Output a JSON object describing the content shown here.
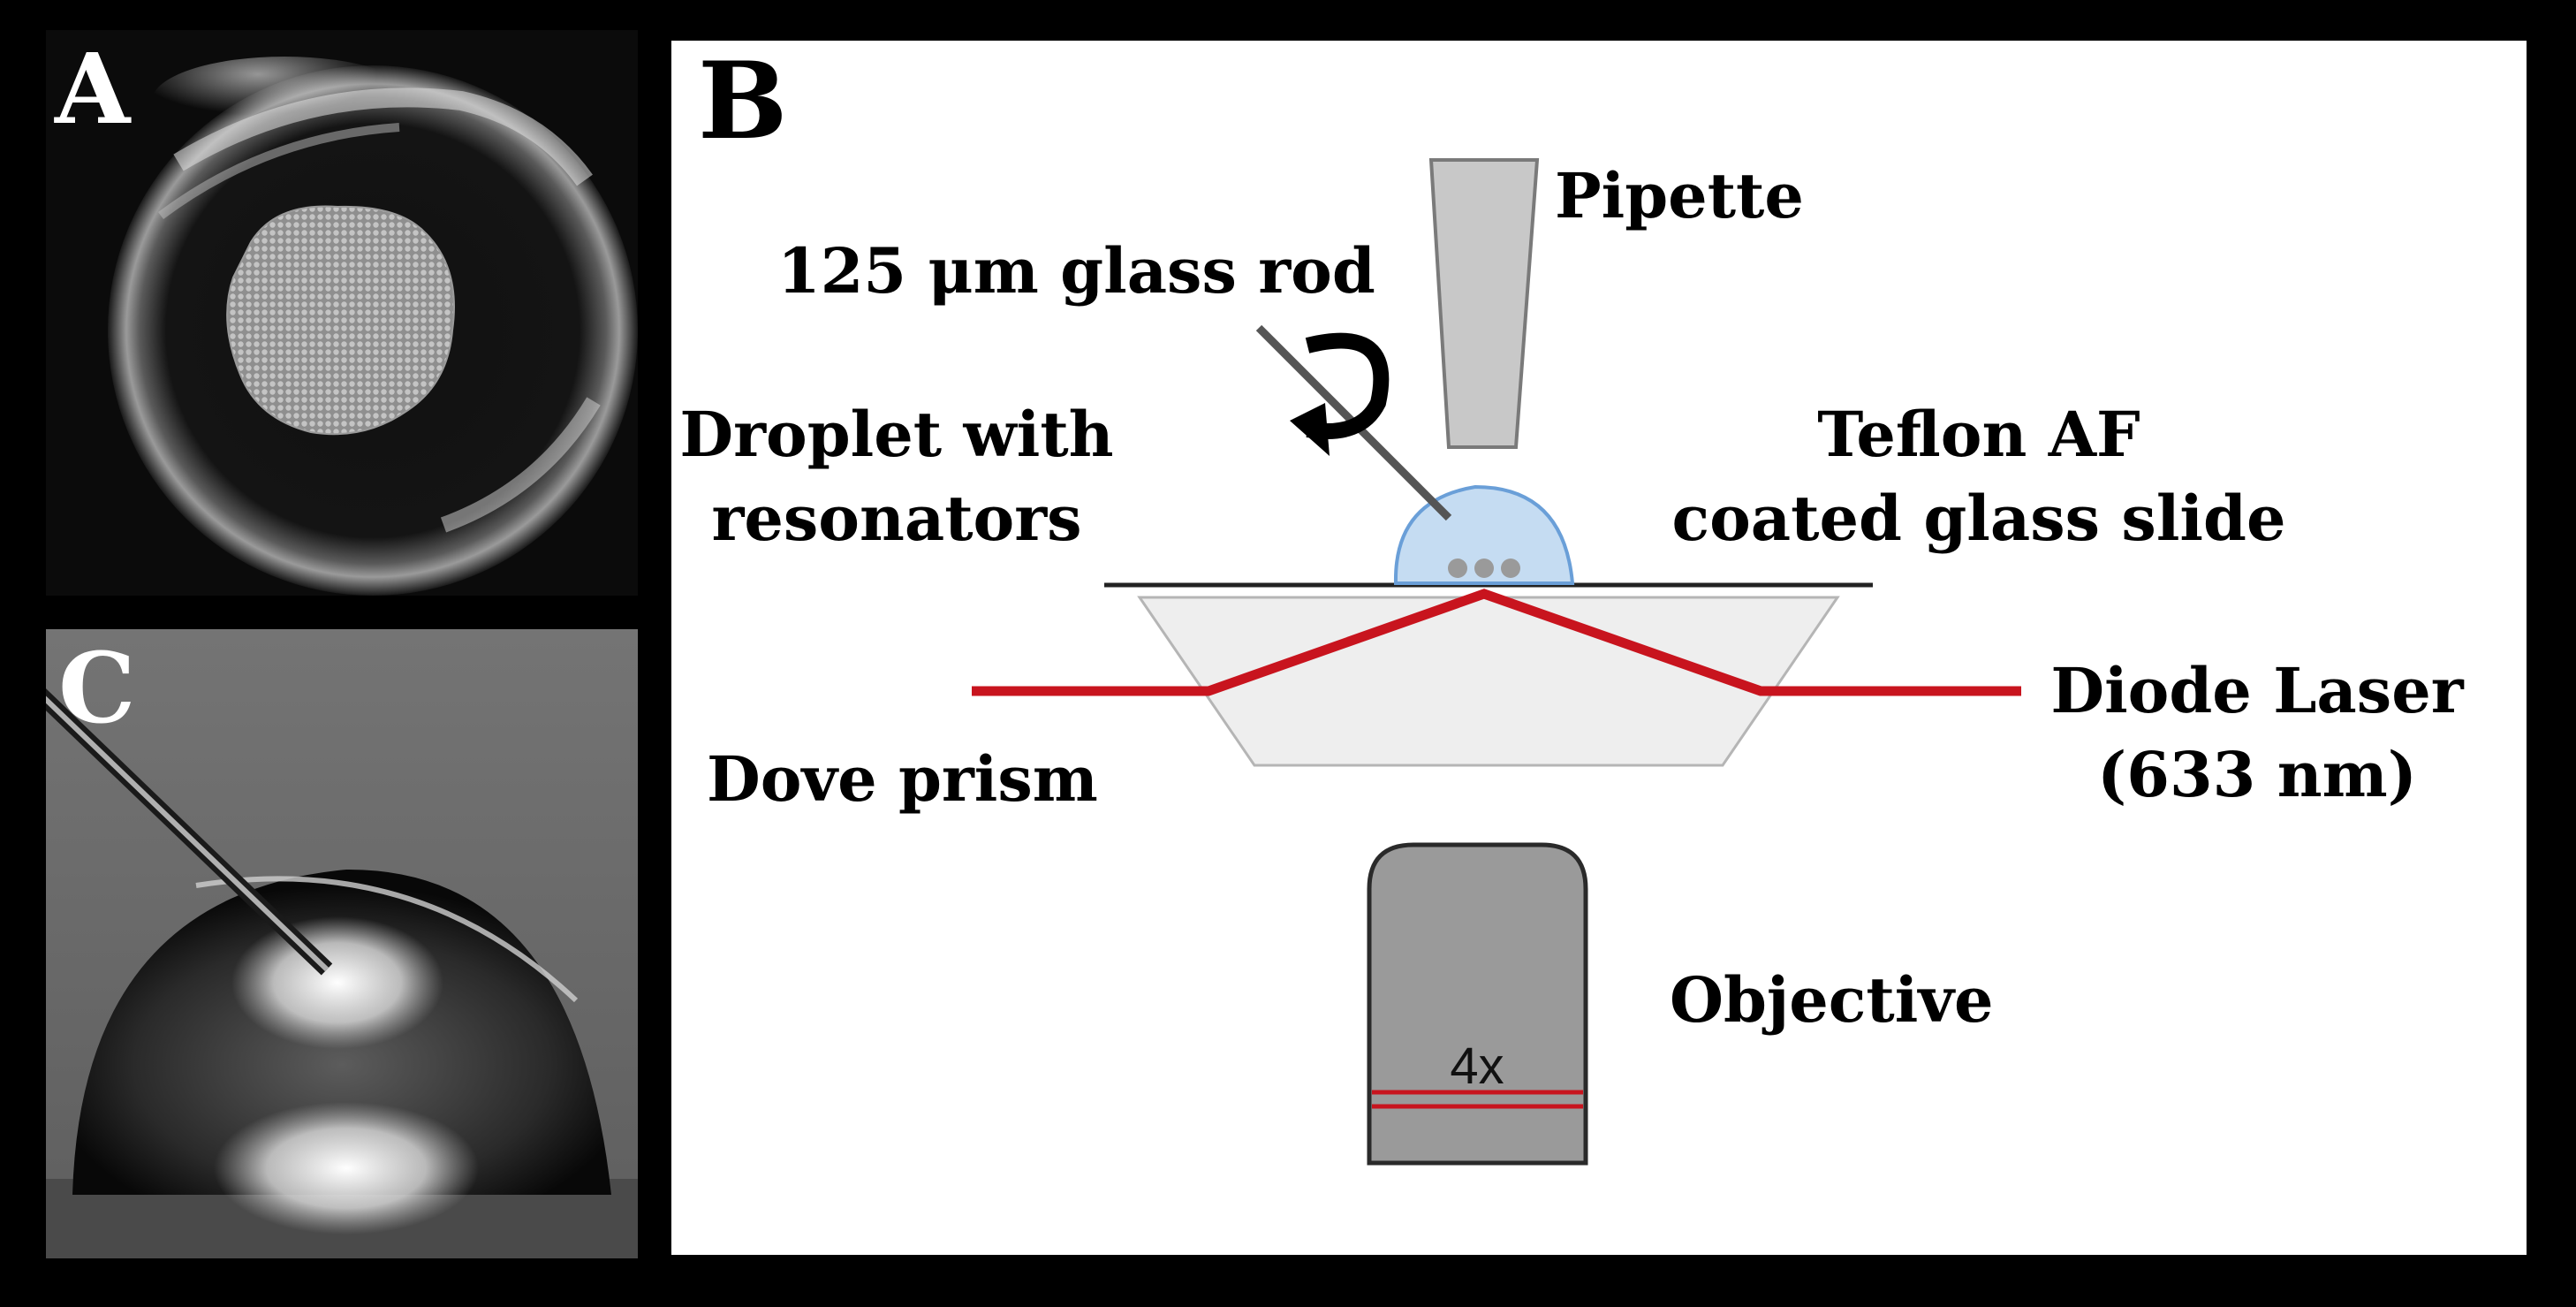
{
  "panels": {
    "a": {
      "label": "A"
    },
    "b": {
      "label": "B",
      "labels": {
        "pipette": "Pipette",
        "glass_rod": "125 μm glass rod",
        "droplet_line1": "Droplet with",
        "droplet_line2": "resonators",
        "slide_line1": "Teflon AF",
        "slide_line2": "coated glass slide",
        "laser_line1": "Diode Laser",
        "laser_line2": "(633 nm)",
        "prism": "Dove prism",
        "objective": "Objective",
        "objective_mag": "4x"
      }
    },
    "c": {
      "label": "C"
    }
  },
  "colors": {
    "laser": "#c8141e",
    "droplet_fill": "#c5dcf2",
    "droplet_stroke": "#6a9fd8",
    "prism_fill": "#eeeeee",
    "objective_fill": "#9a9a9a",
    "pipette_fill": "#c8c8c8"
  }
}
